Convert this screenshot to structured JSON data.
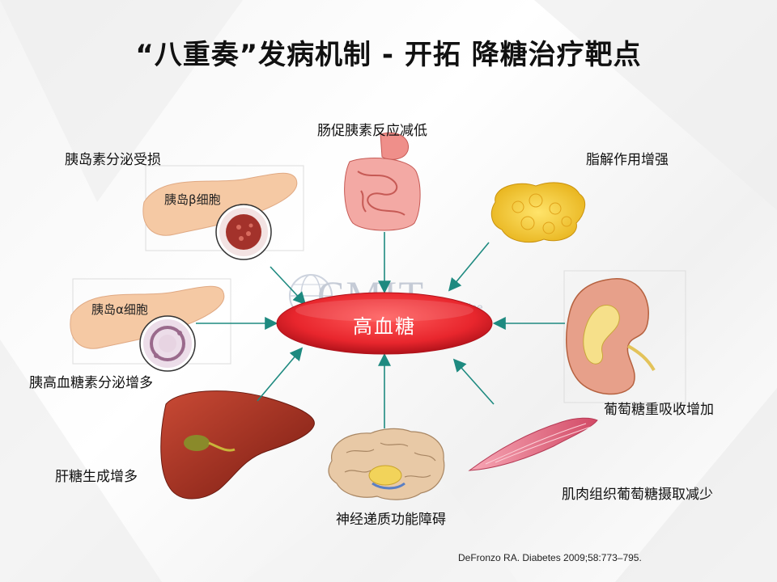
{
  "title": "“八重奏”发病机制 -  开拓 降糖治疗靶点",
  "center": {
    "label": "高血糖",
    "color": "#e8262d"
  },
  "watermark": {
    "main": "CMIT",
    "sub": "Online"
  },
  "factors": {
    "insulin_secretion": "胰岛素分泌受损",
    "beta_cell": "胰岛β细胞",
    "alpha_cell": "胰岛α细胞",
    "glucagon": "胰高血糖素分泌增多",
    "hepatic": "肝糖生成增多",
    "neuro": "神经递质功能障碍",
    "incretin": "肠促胰素反应减低",
    "lipolysis": "脂解作用增强",
    "renal": "葡萄糖重吸收增加",
    "muscle": "肌肉组织葡萄糖摄取减少"
  },
  "arrow_color": "#1e8a80",
  "citation": "DeFronzo  RA. Diabetes 2009;58:773–795."
}
